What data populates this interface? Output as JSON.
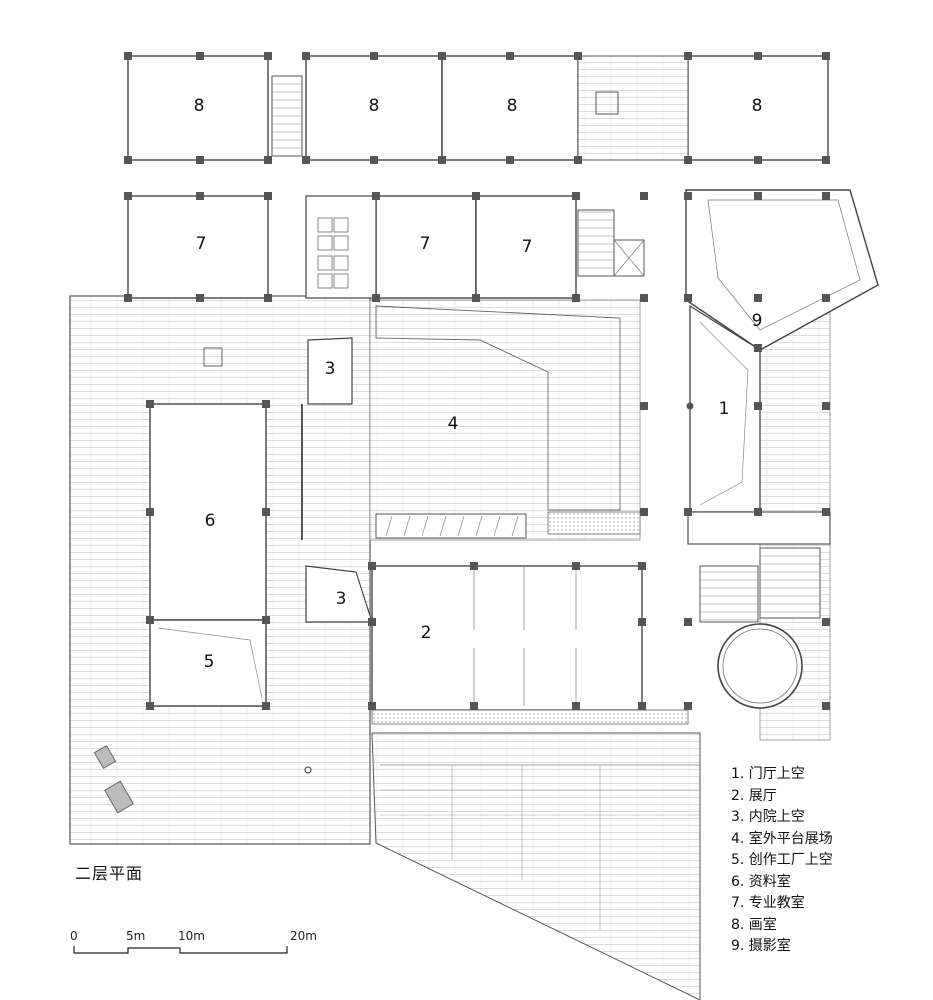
{
  "drawing_title": "二层平面",
  "rooms": [
    {
      "number": "8"
    },
    {
      "number": "8"
    },
    {
      "number": "8"
    },
    {
      "number": "8"
    },
    {
      "number": "7"
    },
    {
      "number": "7"
    },
    {
      "number": "7"
    },
    {
      "number": "9"
    },
    {
      "number": "1"
    },
    {
      "number": "3"
    },
    {
      "number": "4"
    },
    {
      "number": "6"
    },
    {
      "number": "3"
    },
    {
      "number": "2"
    },
    {
      "number": "5"
    }
  ],
  "legend": [
    "1. 门厅上空",
    "2. 展厅",
    "3. 内院上空",
    "4. 室外平台展场",
    "5. 创作工厂上空",
    "6. 资料室",
    "7. 专业教室",
    "8. 画室",
    "9. 摄影室"
  ],
  "scale_bar": {
    "labels": [
      "0",
      "5m",
      "10m",
      "20m"
    ]
  },
  "colors": {
    "line": "#444444",
    "column": "#555555",
    "hatch": "#c8c8c8"
  }
}
